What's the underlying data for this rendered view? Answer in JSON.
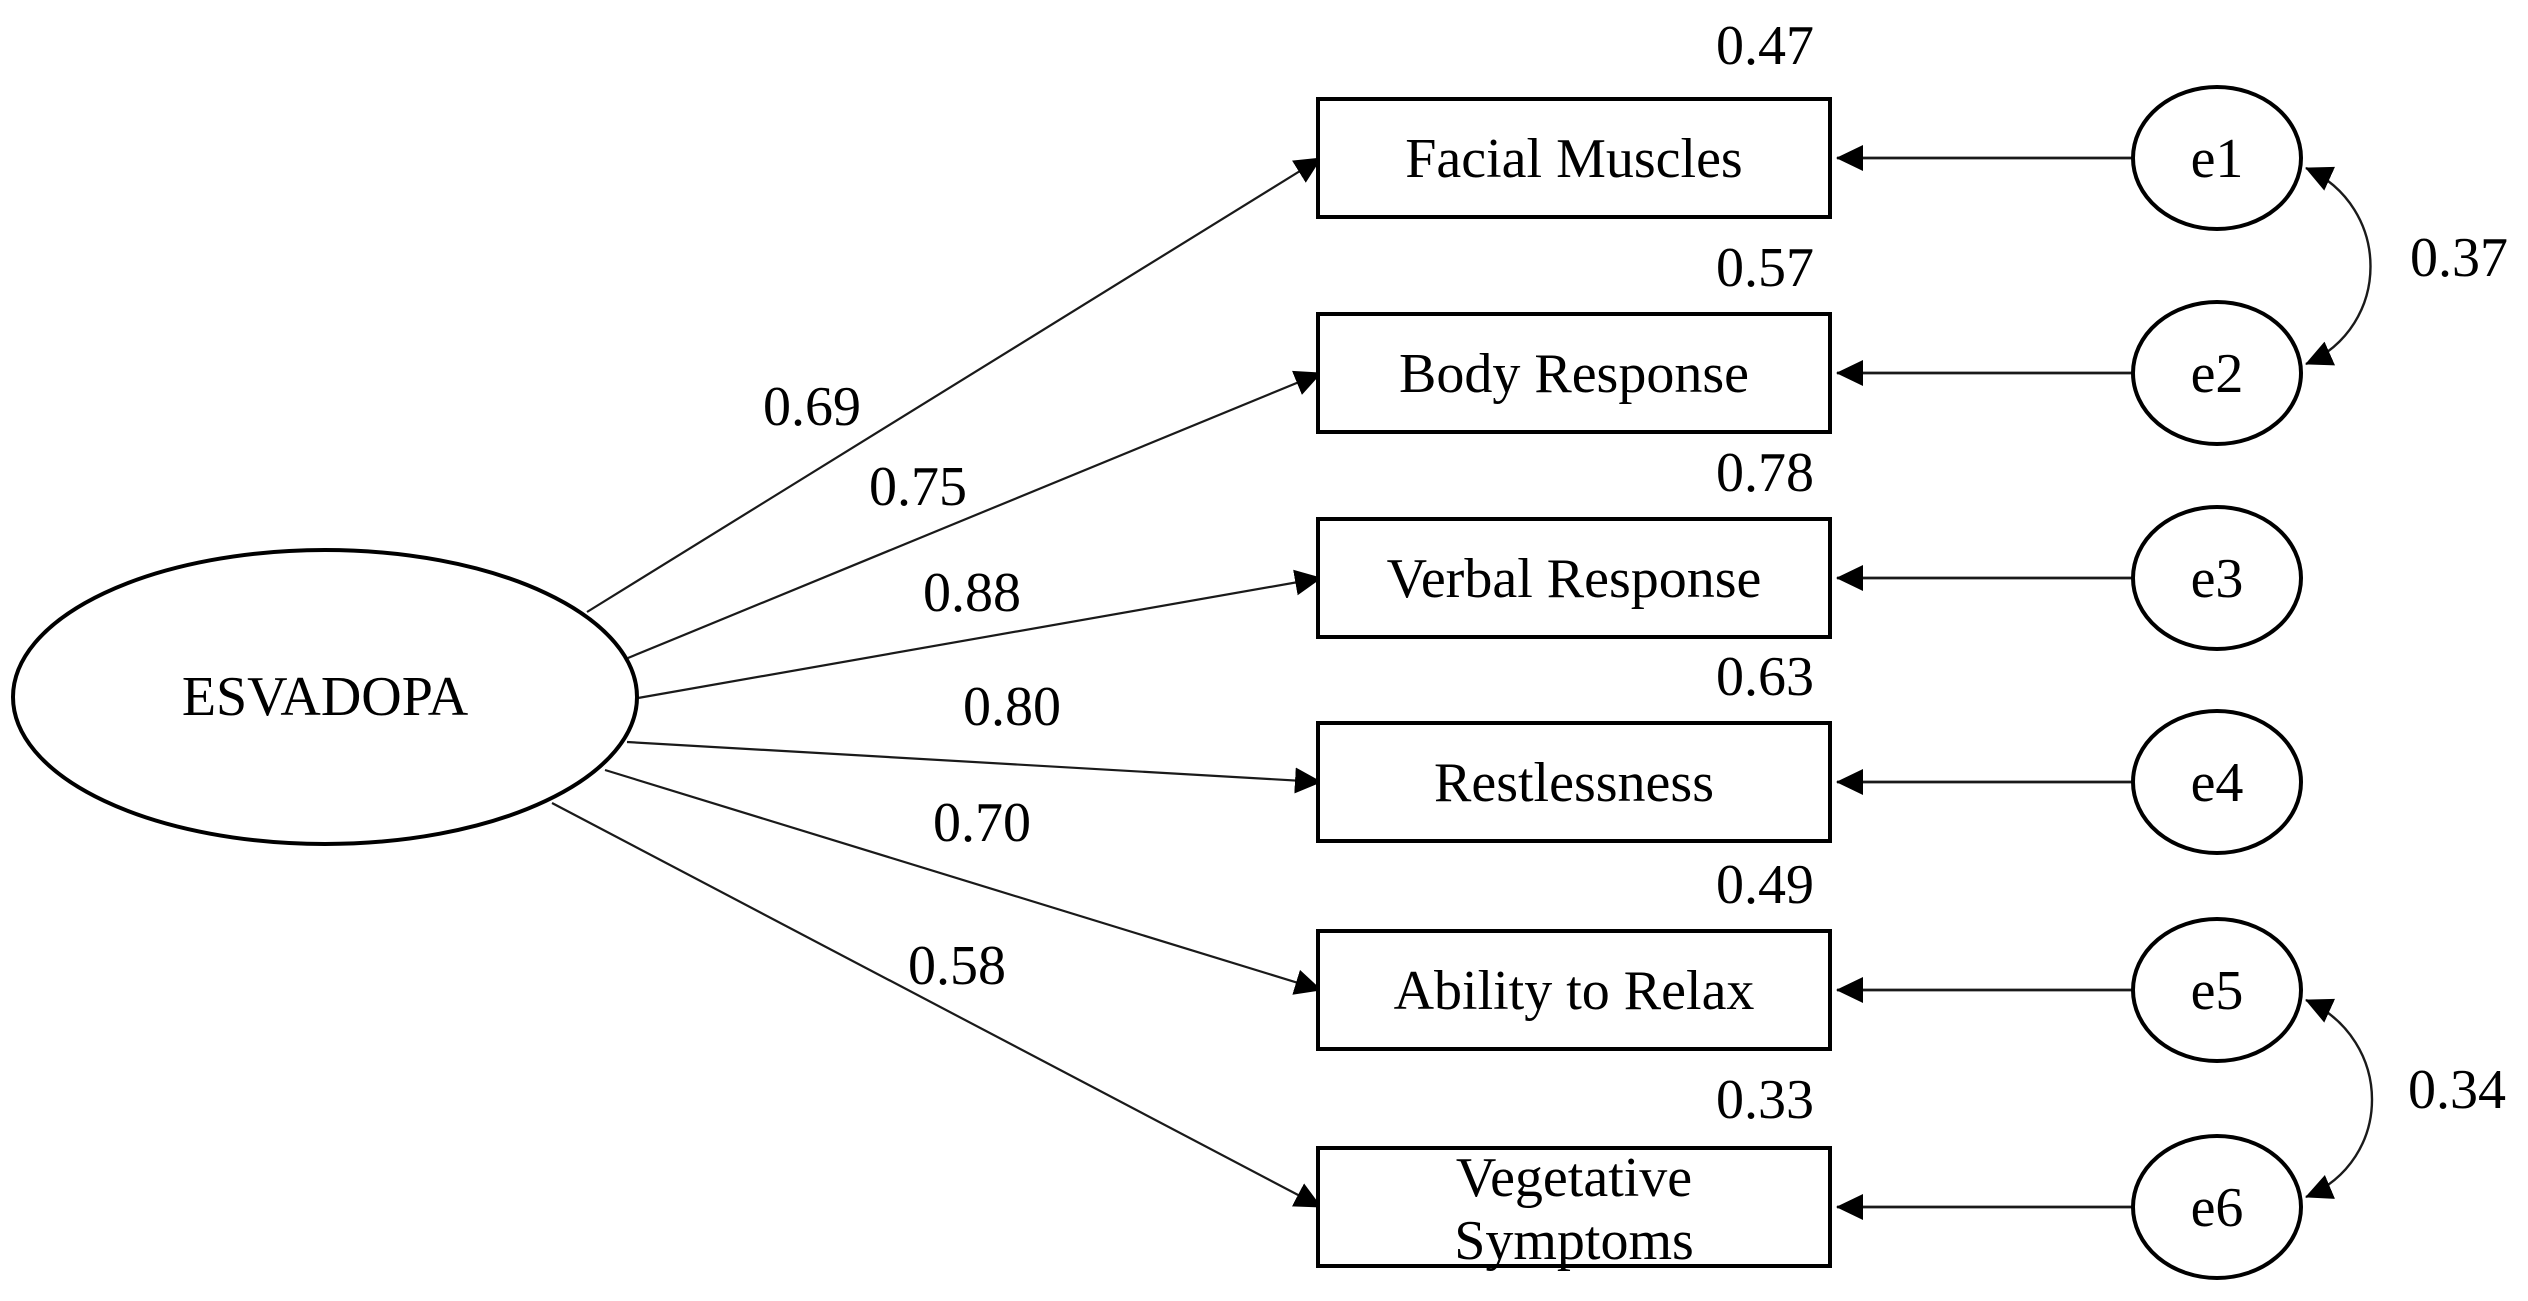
{
  "figure": {
    "kind": "confirmatory-factor-analysis-path-diagram",
    "colors": {
      "ink": "#000000",
      "background": "#ffffff"
    },
    "latent": {
      "label": "ESVADOPA"
    },
    "indicators": [
      {
        "label": "Facial Muscles",
        "loading": "0.69",
        "r2": "0.47",
        "error": "e1"
      },
      {
        "label": "Body Response",
        "loading": "0.75",
        "r2": "0.57",
        "error": "e2"
      },
      {
        "label": "Verbal Response",
        "loading": "0.88",
        "r2": "0.78",
        "error": "e3"
      },
      {
        "label": "Restlessness",
        "loading": "0.80",
        "r2": "0.63",
        "error": "e4"
      },
      {
        "label": "Ability to Relax",
        "loading": "0.70",
        "r2": "0.49",
        "error": "e5"
      },
      {
        "label": "Vegetative Symptoms",
        "label_line1": "Vegetative",
        "label_line2": "Symptoms",
        "loading": "0.58",
        "r2": "0.33",
        "error": "e6"
      }
    ],
    "error_correlations": [
      {
        "pair": "e1-e2",
        "value": "0.37"
      },
      {
        "pair": "e5-e6",
        "value": "0.34"
      }
    ]
  }
}
